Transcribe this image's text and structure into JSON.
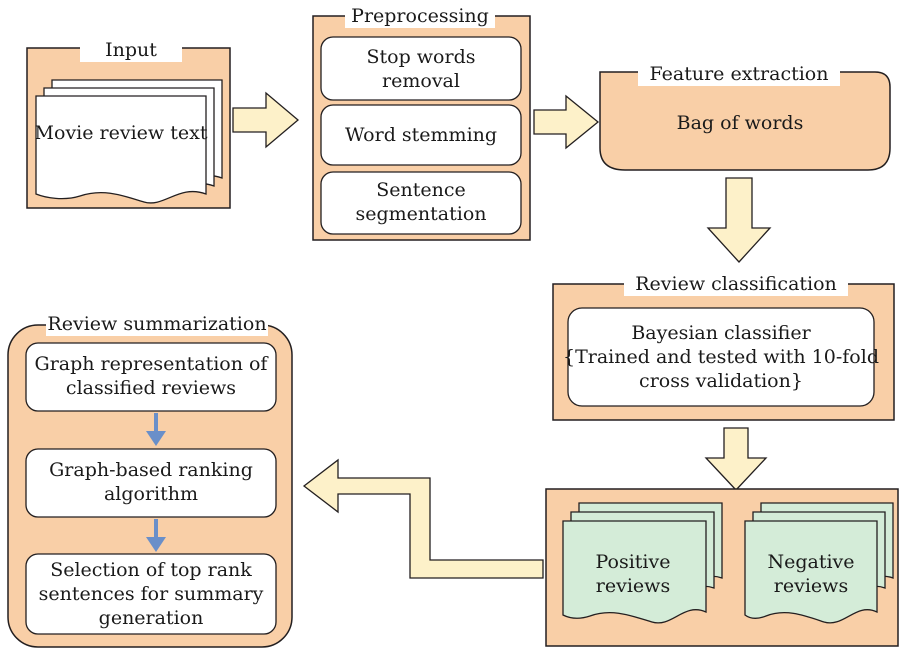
{
  "input": {
    "title": "Input",
    "document_text": "Movie review text"
  },
  "preprocessing": {
    "title": "Preprocessing",
    "steps": [
      {
        "line1": "Stop words",
        "line2": "removal"
      },
      {
        "line1": "Word stemming",
        "line2": ""
      },
      {
        "line1": "Sentence",
        "line2": "segmentation"
      }
    ]
  },
  "feature_extraction": {
    "title": "Feature extraction",
    "body": "Bag of words"
  },
  "review_classification": {
    "title": "Review classification",
    "line1": "Bayesian classifier",
    "line2": "{Trained and tested with 10-fold",
    "line3": "cross validation}"
  },
  "results": {
    "positive_line1": "Positive",
    "positive_line2": "reviews",
    "negative_line1": "Negative",
    "negative_line2": "reviews"
  },
  "review_summarization": {
    "title": "Review summarization",
    "steps": [
      {
        "line1": "Graph representation of",
        "line2": "classified reviews",
        "line3": ""
      },
      {
        "line1": "Graph-based ranking",
        "line2": "algorithm",
        "line3": ""
      },
      {
        "line1": "Selection of top rank",
        "line2": "sentences for summary",
        "line3": "generation"
      }
    ]
  },
  "colors": {
    "panel_fill": "#f9cfa7",
    "card_fill": "#ffffff",
    "arrow_fill": "#fdf1c9",
    "doc_fill": "#d4ecd8",
    "small_arrow": "#6a8fc9",
    "stroke": "#231f20"
  }
}
